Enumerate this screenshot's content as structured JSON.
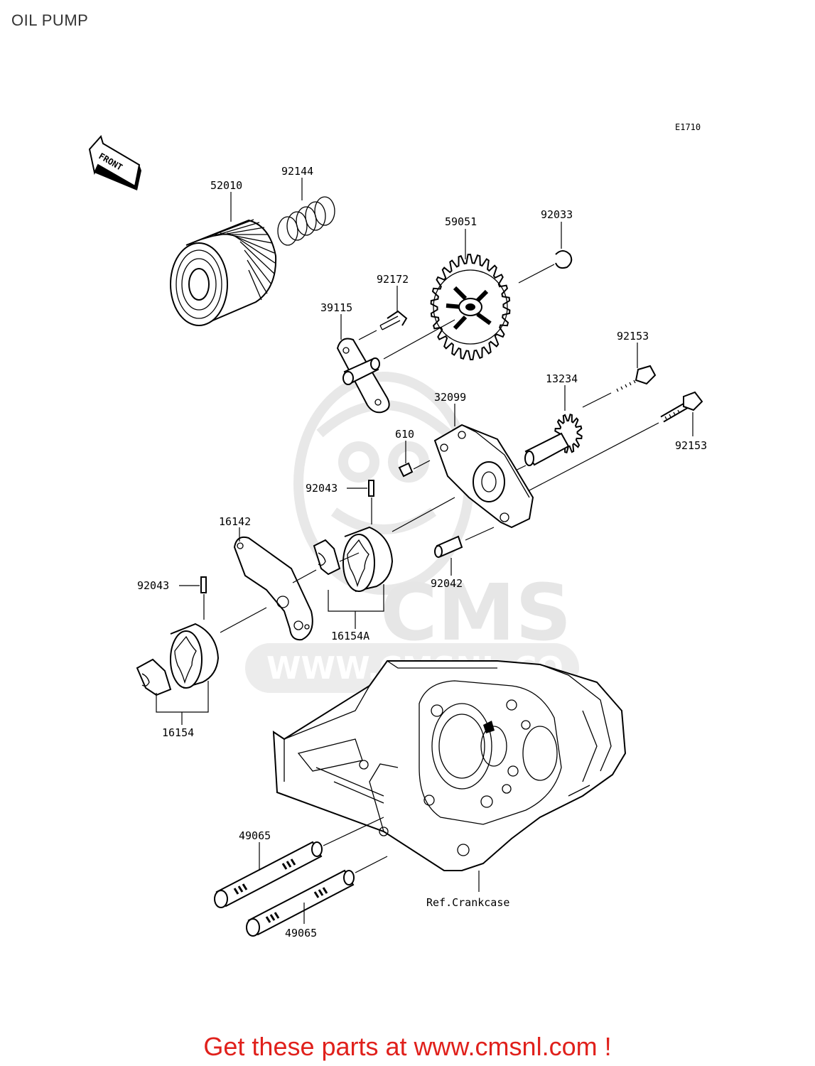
{
  "header": {
    "title": "OIL PUMP"
  },
  "diagram": {
    "code": "E1710",
    "front_label": "FRONT",
    "ref_label": "Ref.Crankcase",
    "labels": {
      "p52010": "52010",
      "p92144": "92144",
      "p59051": "59051",
      "p92033": "92033",
      "p92172": "92172",
      "p39115": "39115",
      "p92153a": "92153",
      "p92153b": "92153",
      "p13234": "13234",
      "p32099": "32099",
      "p610": "610",
      "p92043a": "92043",
      "p92043b": "92043",
      "p16142": "16142",
      "p92042": "92042",
      "p16154A": "16154A",
      "p16154": "16154",
      "p49065a": "49065",
      "p49065b": "49065"
    }
  },
  "watermark": {
    "brand": "CMS",
    "url": "WWW.CMSNL.CO..."
  },
  "footer": {
    "text": "Get these parts at www.cmsnl.com !"
  },
  "colors": {
    "footer_text": "#e0201b",
    "watermark": "#e6e6e6"
  }
}
